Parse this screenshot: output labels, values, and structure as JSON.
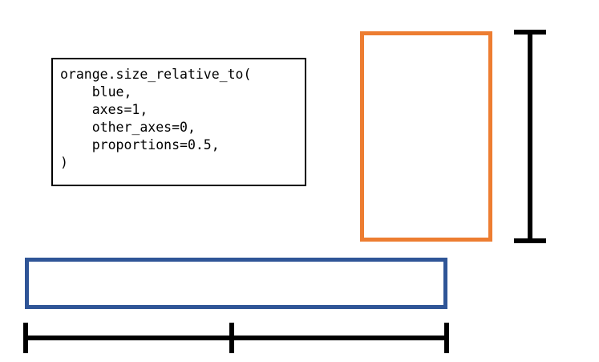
{
  "code": {
    "lines": [
      "orange.size_relative_to(",
      "    blue,",
      "    axes=1,",
      "    other_axes=0,",
      "    proportions=0.5,",
      ")"
    ]
  },
  "colors": {
    "orange": "#ed7d31",
    "blue": "#2f5597",
    "dimension_line": "#000000",
    "code_border": "#000000"
  }
}
